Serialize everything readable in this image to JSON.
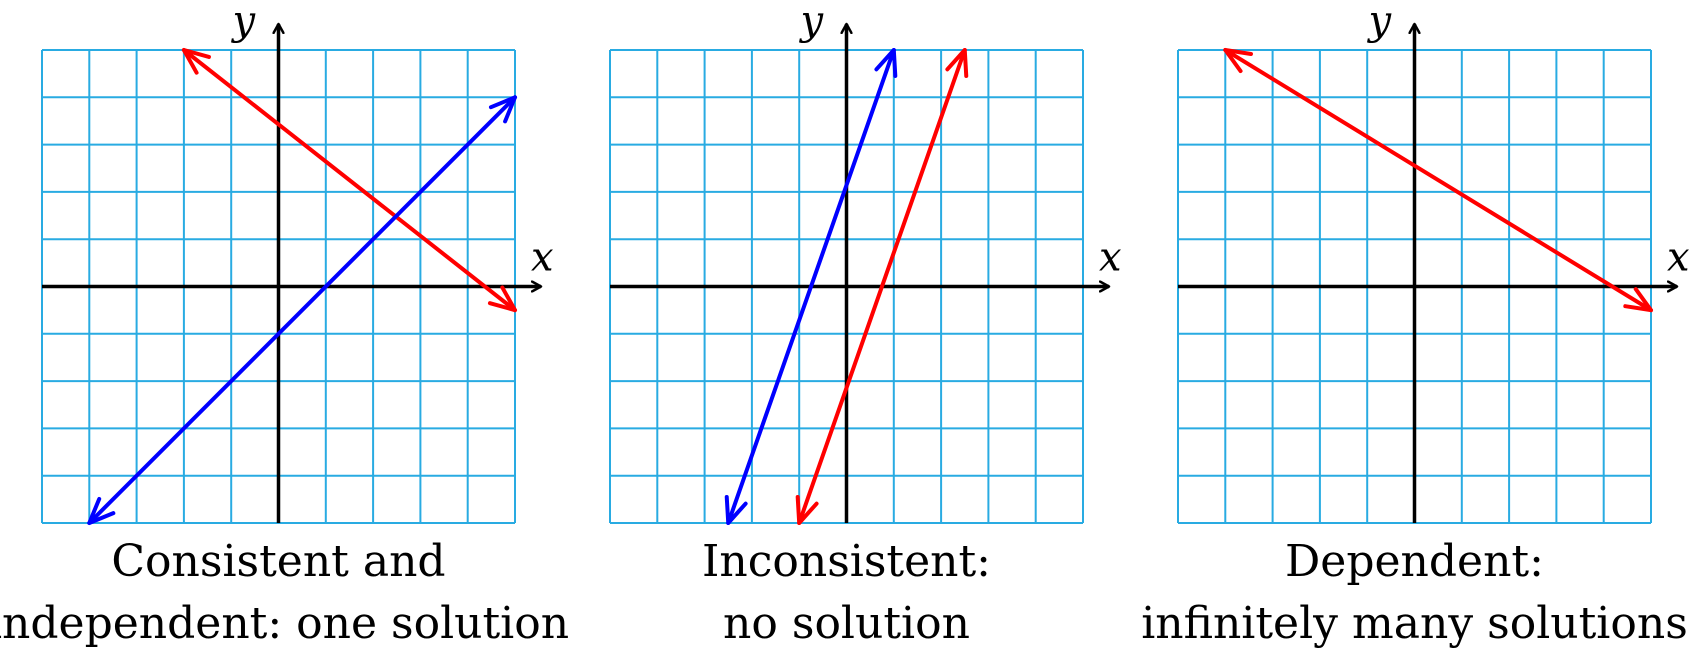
{
  "colors": {
    "grid": "#29abe2",
    "axis": "#000000",
    "blue_line": "#0000ff",
    "red_line": "#ff0000"
  },
  "panels": [
    {
      "id": "consistent-independent",
      "x_label": "x",
      "y_label": "y",
      "caption_line1": "Consistent and",
      "caption_line2": "independent: one solution",
      "lines": [
        {
          "color": "red",
          "from": [
            -2,
            5
          ],
          "to": [
            5,
            -0.5
          ],
          "arrows": "both"
        },
        {
          "color": "blue",
          "from": [
            -4,
            -5
          ],
          "to": [
            5,
            4
          ],
          "arrows": "both"
        }
      ]
    },
    {
      "id": "inconsistent",
      "x_label": "x",
      "y_label": "y",
      "caption_line1": "Inconsistent:",
      "caption_line2": "no solution",
      "lines": [
        {
          "color": "blue",
          "from": [
            -2.5,
            -5
          ],
          "to": [
            1,
            5
          ],
          "arrows": "both"
        },
        {
          "color": "red",
          "from": [
            -1,
            -5
          ],
          "to": [
            2.5,
            5
          ],
          "arrows": "both"
        }
      ]
    },
    {
      "id": "dependent",
      "x_label": "x",
      "y_label": "y",
      "caption_line1": "Dependent:",
      "caption_line2": "infinitely many solutions",
      "lines": [
        {
          "color": "red",
          "from": [
            -4,
            5
          ],
          "to": [
            5,
            -0.5
          ],
          "arrows": "both"
        }
      ]
    }
  ]
}
